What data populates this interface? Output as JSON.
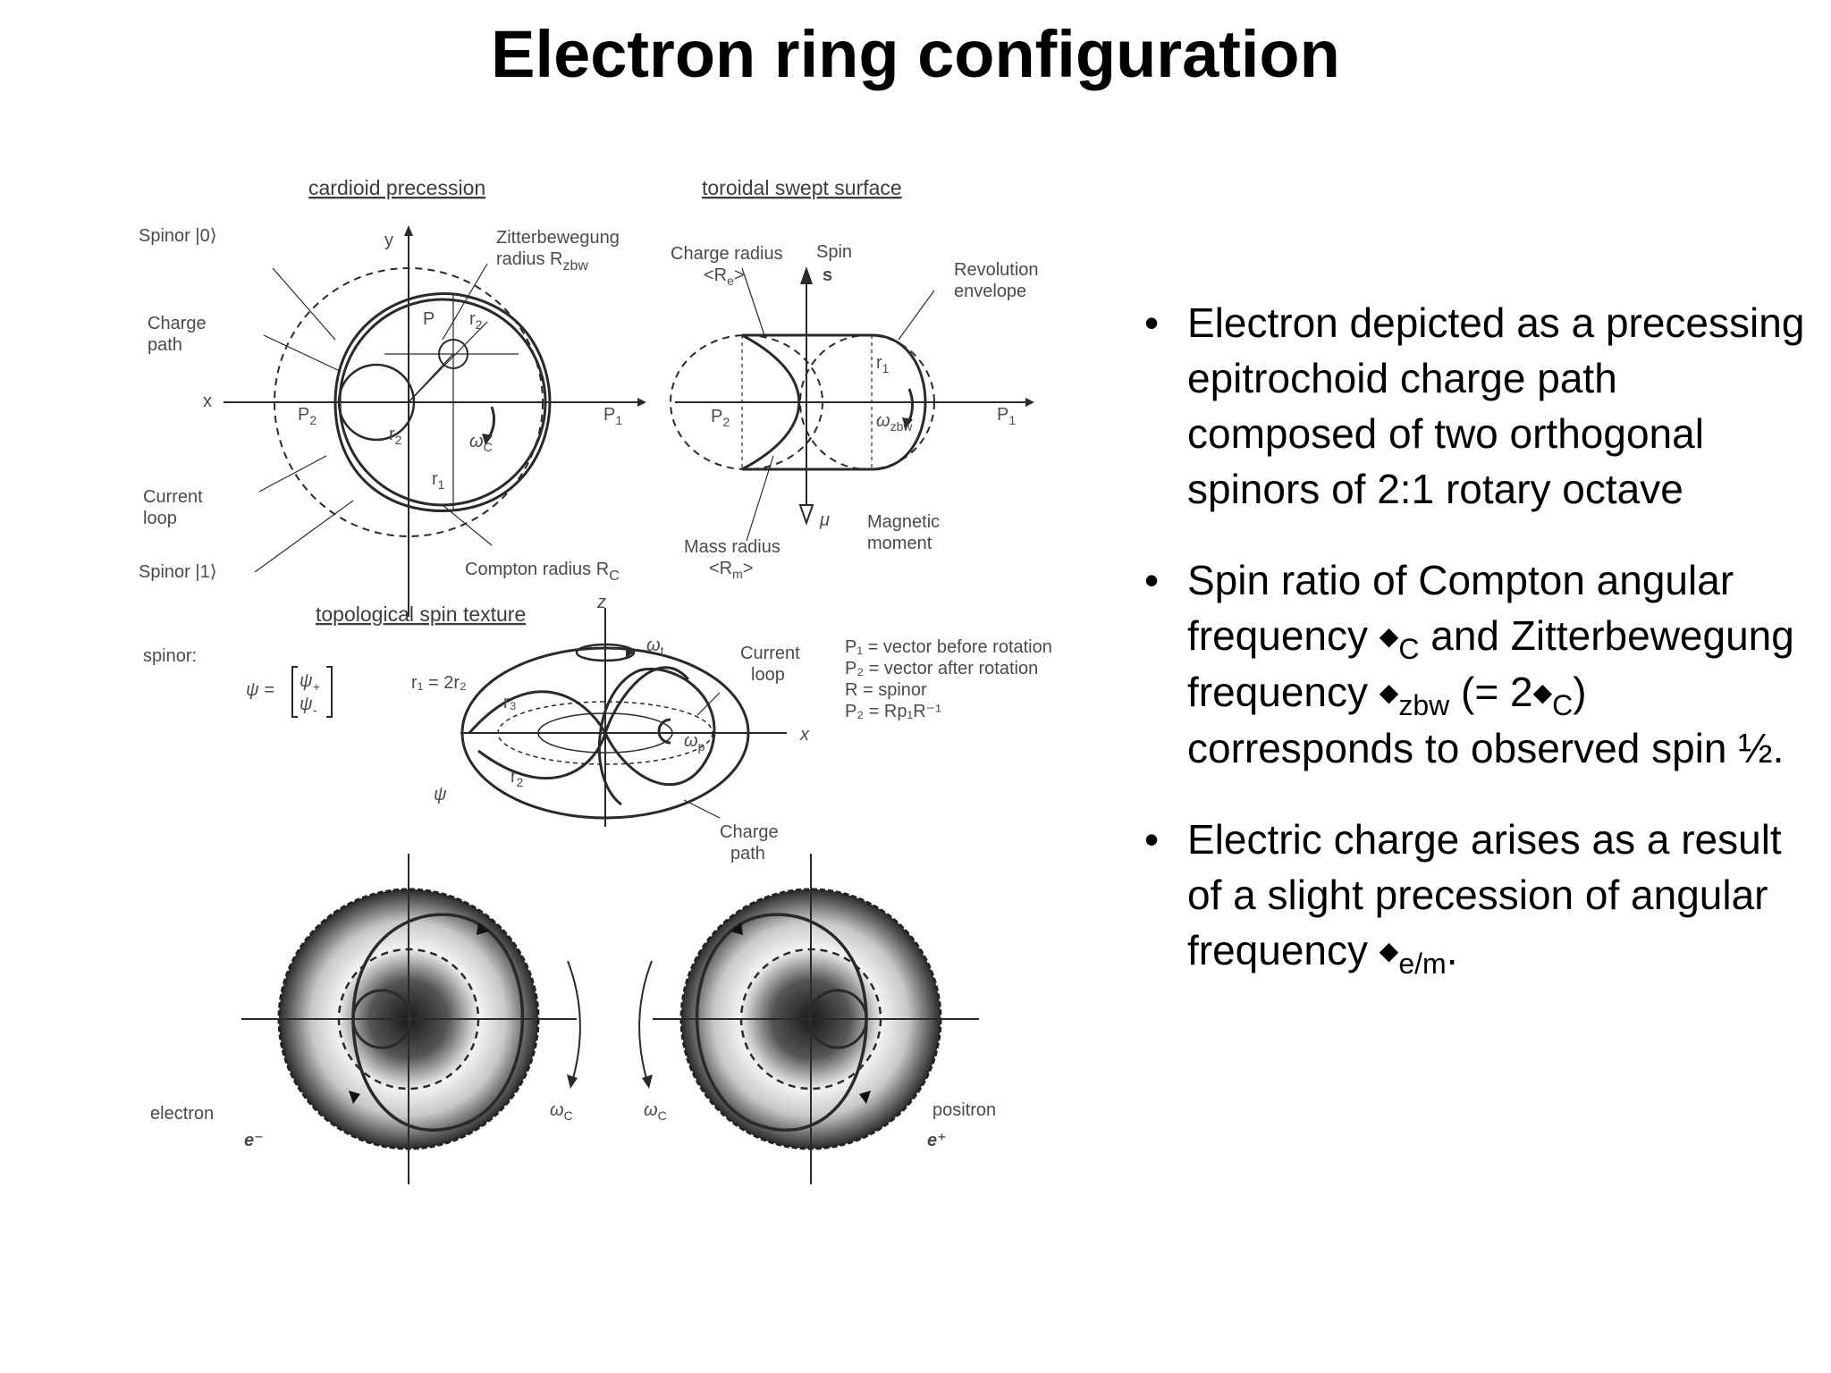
{
  "title": "Electron ring configuration",
  "diagram": {
    "heading_cardioid": "cardioid precession",
    "heading_toroidal": "toroidal swept surface",
    "heading_topological": "topological spin texture",
    "spinor0": "Spinor |0⟩",
    "spinor1": "Spinor |1⟩",
    "charge_path": [
      "Charge",
      "path"
    ],
    "current_loop": [
      "Current",
      "loop"
    ],
    "zbw_radius": [
      "Zitterbewegung",
      "radius R"
    ],
    "zbw_sub": "zbw",
    "compton_radius": "Compton radius R",
    "compton_sub": "C",
    "y": "y",
    "x": "x",
    "P": "P",
    "r1": "r",
    "r1_sub": "1",
    "r2": "r",
    "r2_sub": "2",
    "P1": "P",
    "P1_sub": "1",
    "P2": "P",
    "P2_sub": "2",
    "omega_c": "ω",
    "c_sub": "C",
    "charge_radius": [
      "Charge radius",
      "<R",
      ">"
    ],
    "charge_radius_sub": "e",
    "spin": [
      "Spin",
      "s"
    ],
    "revolution_envelope": [
      "Revolution",
      "envelope"
    ],
    "omega_zbw": "ω",
    "zbw_sub2": "zbw",
    "mass_radius": [
      "Mass radius",
      "<R",
      ">"
    ],
    "mass_radius_sub": "m",
    "mu": "μ",
    "magnetic_moment": [
      "Magnetic",
      "moment"
    ],
    "spinor_label": "spinor:",
    "psi_eq": "ψ =",
    "psi_plus": "ψ",
    "psi_plus_sub": "+",
    "psi_minus": "ψ",
    "psi_minus_sub": "-",
    "r1_eq": "r₁ = 2r₂",
    "z": "z",
    "omega_t": "ω",
    "t_sub": "t",
    "omega_p": "ω",
    "p_sub": "p",
    "psi": "ψ",
    "r3": "r₃",
    "current_loop2": [
      "Current",
      "loop"
    ],
    "charge_path2": [
      "Charge",
      "path"
    ],
    "legend": [
      "P₁ = vector before rotation",
      "P₂ = vector after rotation",
      "R  = spinor",
      "P₂ = Rp₁R⁻¹"
    ],
    "electron": "electron",
    "e_minus": "e⁻",
    "positron": "positron",
    "e_plus": "e⁺",
    "omega_c_bottom_left": "ω",
    "omega_c_bottom_right": "ω",
    "c_sub_bottom": "C"
  },
  "bullets": [
    {
      "marker": "•",
      "text": "Electron depicted as a precessing epitrochoid charge path composed of two orthogonal spinors of 2:1 rotary octave"
    },
    {
      "marker": "•",
      "text_a": "Spin ratio of Compton angular frequency ",
      "sym1": "◆",
      "sub1": "C",
      "text_b": " and Zitterbewegung frequency ",
      "sym2": "◆",
      "sub2": "zbw",
      "text_c": " (= 2",
      "sym3": "◆",
      "sub3": "C",
      "text_d": ") corresponds to observed spin ½."
    },
    {
      "marker": "•",
      "text_a": "Electric charge arises as a result of a slight precession of angular frequency ",
      "sym": "◆",
      "sub": "e/m",
      "text_b": "."
    }
  ]
}
